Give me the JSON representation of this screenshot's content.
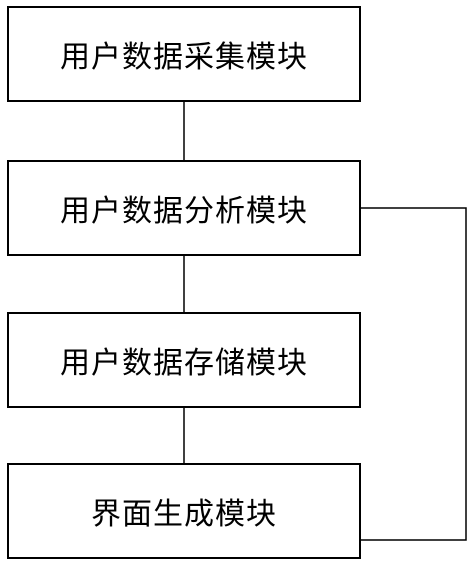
{
  "modules": [
    {
      "label": "用户数据采集模块"
    },
    {
      "label": "用户数据分析模块"
    },
    {
      "label": "用户数据存储模块"
    },
    {
      "label": "界面生成模块"
    }
  ]
}
